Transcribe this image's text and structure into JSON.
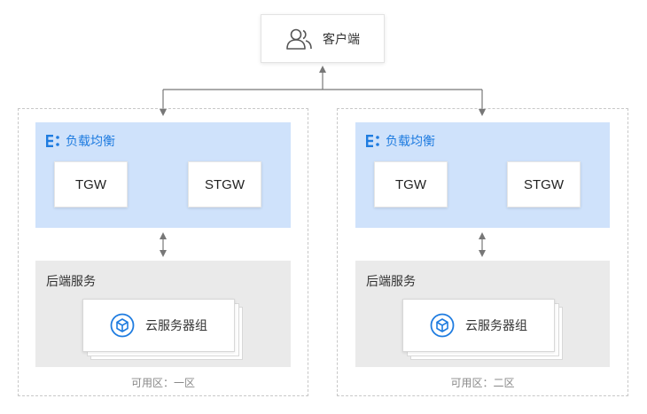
{
  "client": {
    "label": "客户端",
    "icon": "users-icon"
  },
  "zones": [
    {
      "label": "可用区：一区",
      "lb_title": "负载均衡",
      "node_left": "TGW",
      "node_right": "STGW",
      "backend_title": "后端服务",
      "server_group": "云服务器组"
    },
    {
      "label": "可用区：二区",
      "lb_title": "负载均衡",
      "node_left": "TGW",
      "node_right": "STGW",
      "backend_title": "后端服务",
      "server_group": "云服务器组"
    }
  ],
  "colors": {
    "accent": "#1f7ce0",
    "lb_background": "#cfe2fb",
    "backend_background": "#eaeaea",
    "connector": "#777777"
  }
}
